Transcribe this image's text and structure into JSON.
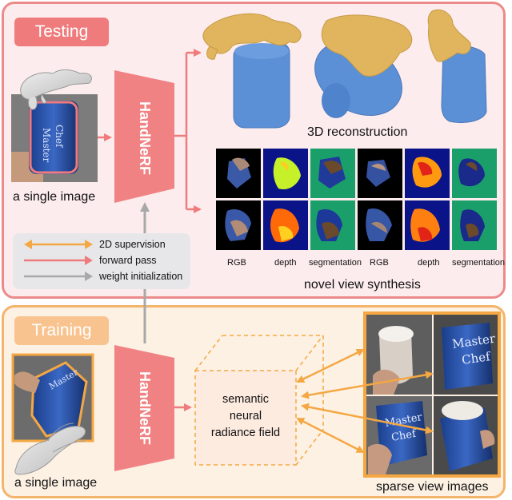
{
  "testing": {
    "badge": "Testing",
    "input_caption": "a single image",
    "network_label": "HandNeRF",
    "recon_caption": "3D reconstruction",
    "novel_caption": "novel view synthesis",
    "column_labels": [
      "RGB",
      "depth",
      "segmentation",
      "RGB",
      "depth",
      "segmentation"
    ]
  },
  "legend": {
    "items": [
      {
        "label": "2D supervision",
        "color": "#f4a742"
      },
      {
        "label": "forward pass",
        "color": "#ef7b7c"
      },
      {
        "label": "weight initialization",
        "color": "#a8a8a8"
      }
    ]
  },
  "training": {
    "badge": "Training",
    "input_caption": "a single image",
    "network_label": "HandNeRF",
    "field_label_lines": [
      "semantic",
      "neural",
      "radiance field"
    ],
    "views_caption": "sparse view images"
  },
  "colors": {
    "testing_border": "#ec8a8a",
    "testing_bg": "#fdeced",
    "training_border": "#f4b46b",
    "training_bg": "#fdf1e4",
    "network": "#f08284",
    "hand": "#e0b55d",
    "object": "#5b8fd6"
  }
}
